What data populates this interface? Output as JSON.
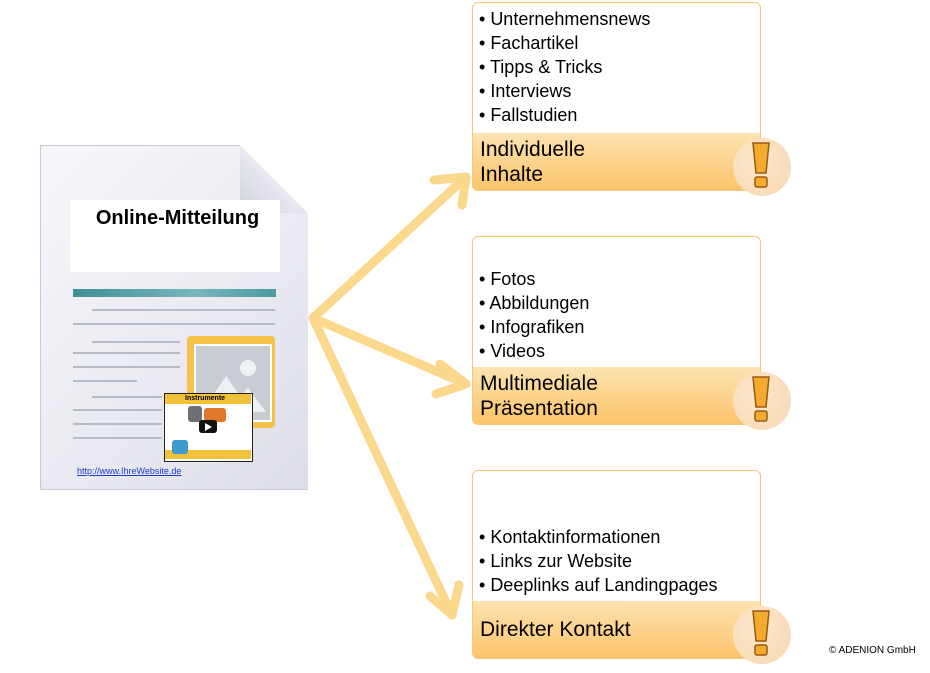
{
  "document": {
    "title": "Online-Mitteilung",
    "thumbnail_label": "Instrumente",
    "link": "http://www.IhreWebsite.de"
  },
  "boxes": [
    {
      "bullets": [
        "Unternehmensnews",
        "Fachartikel",
        "Tipps & Tricks",
        "Interviews",
        "Fallstudien"
      ],
      "title_lines": [
        "Individuelle",
        "Inhalte"
      ]
    },
    {
      "bullets": [
        "Fotos",
        "Abbildungen",
        "Infografiken",
        "Videos"
      ],
      "title_lines": [
        "Multimediale",
        "Präsentation"
      ]
    },
    {
      "bullets": [
        "Kontaktinformationen",
        "Links zur Website",
        "Deeplinks auf Landingpages"
      ],
      "title_lines": [
        "Direkter Kontakt"
      ]
    }
  ],
  "copyright": "© ADENION  GmbH",
  "colors": {
    "arrow": "#fcd88d",
    "box_border": "#f6c877",
    "band_top": "#fde3b1",
    "band_bottom": "#fbc46a",
    "exclamation": "#f2ab2e"
  }
}
